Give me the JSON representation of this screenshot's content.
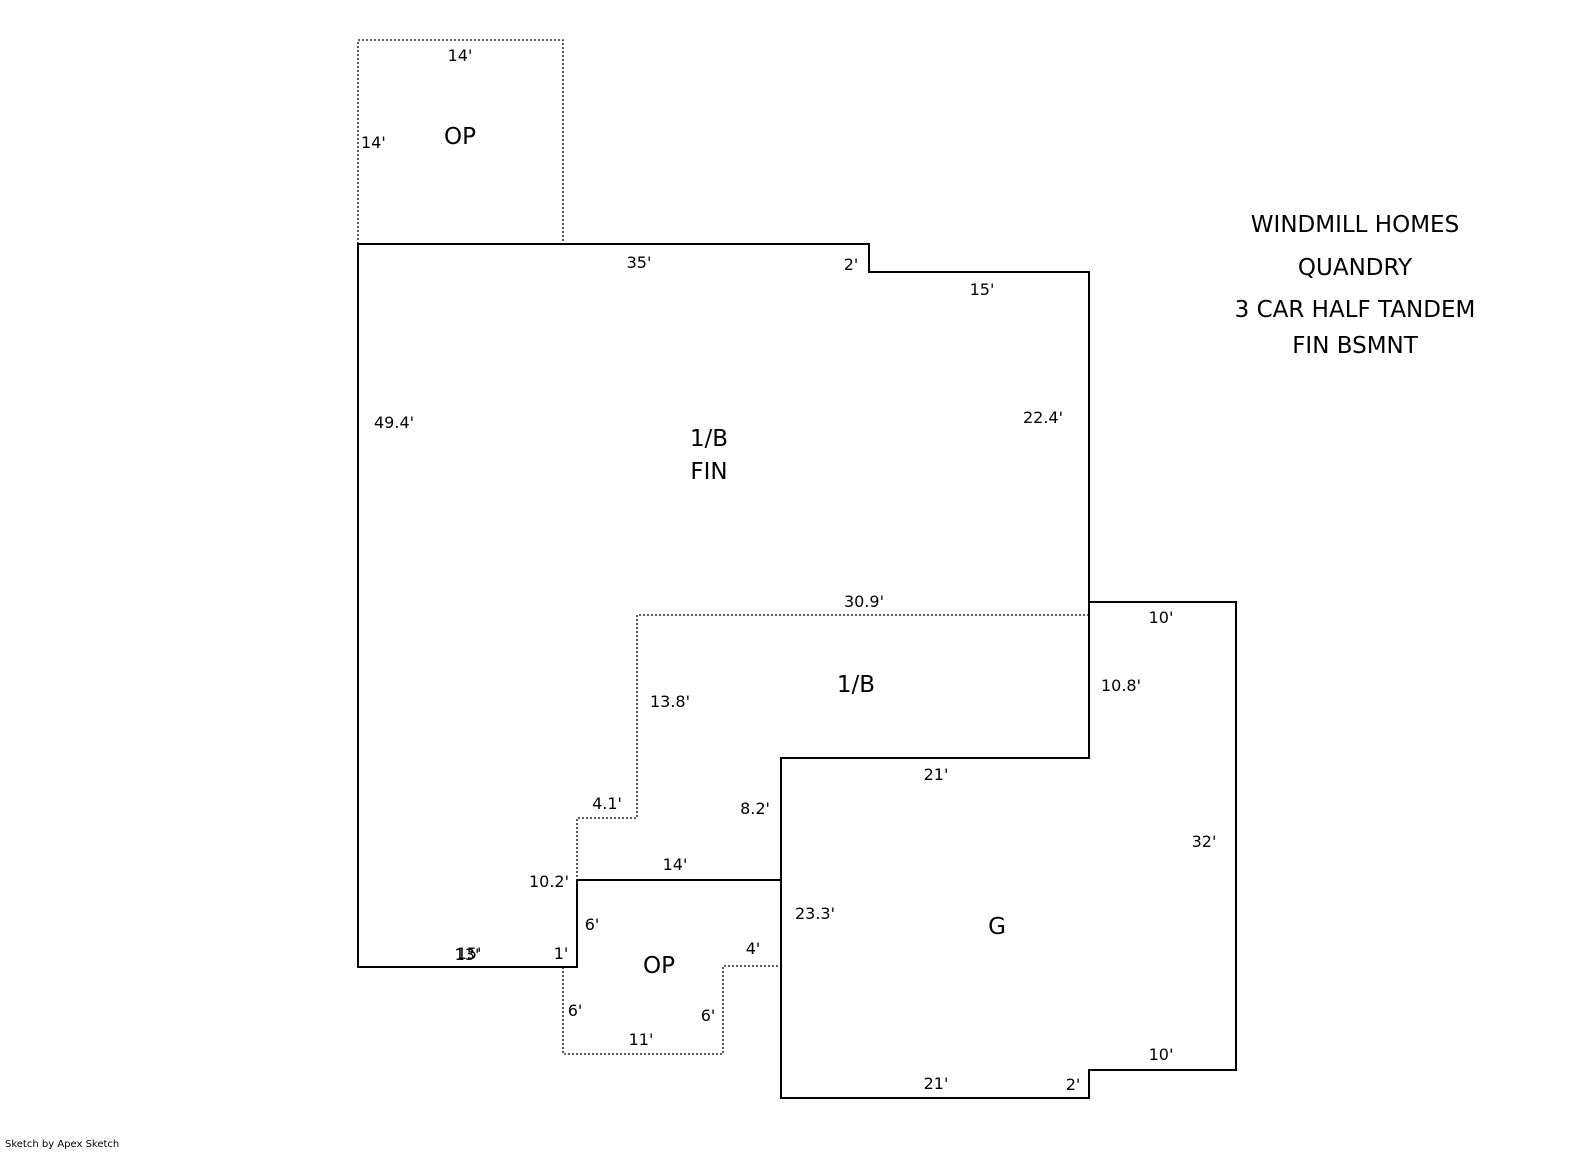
{
  "notes": {
    "line1": "WINDMILL HOMES",
    "line2": "QUANDRY",
    "line3": "3 CAR HALF TANDEM",
    "line4": "FIN BSMNT"
  },
  "areas": {
    "porch_top": "OP",
    "main_line1": "1/B",
    "main_line2": "FIN",
    "second": "1/B",
    "porch_bottom": "OP",
    "garage": "G"
  },
  "dimensions": {
    "op_top_width": "14'",
    "op_top_height": "14'",
    "main_top": "35'",
    "main_step": "2'",
    "main_top_right": "15'",
    "main_left": "49.4'",
    "main_right": "22.4'",
    "divider": "30.9'",
    "second_left": "13.8'",
    "second_right": "10.8'",
    "step_small": "4.1'",
    "inner_vertical": "8.2'",
    "garage_top": "21'",
    "garage_top_right": "10'",
    "garage_right": "32'",
    "inner_horizontal": "14'",
    "left_lower": "10.2'",
    "op_bottom_left": "6'",
    "bottom_left_overlap_a": "15'",
    "bottom_left_overlap_b": "13'",
    "bottom_step": "1'",
    "garage_left": "23.3'",
    "op_bottom_step": "4'",
    "op_bottom_leftside": "6'",
    "op_bottom_rightside": "6'",
    "op_bottom_width": "11'",
    "garage_bottom": "21'",
    "garage_bottom_step": "2'",
    "garage_bottom_right": "10'"
  },
  "credit": "Sketch by Apex Sketch"
}
